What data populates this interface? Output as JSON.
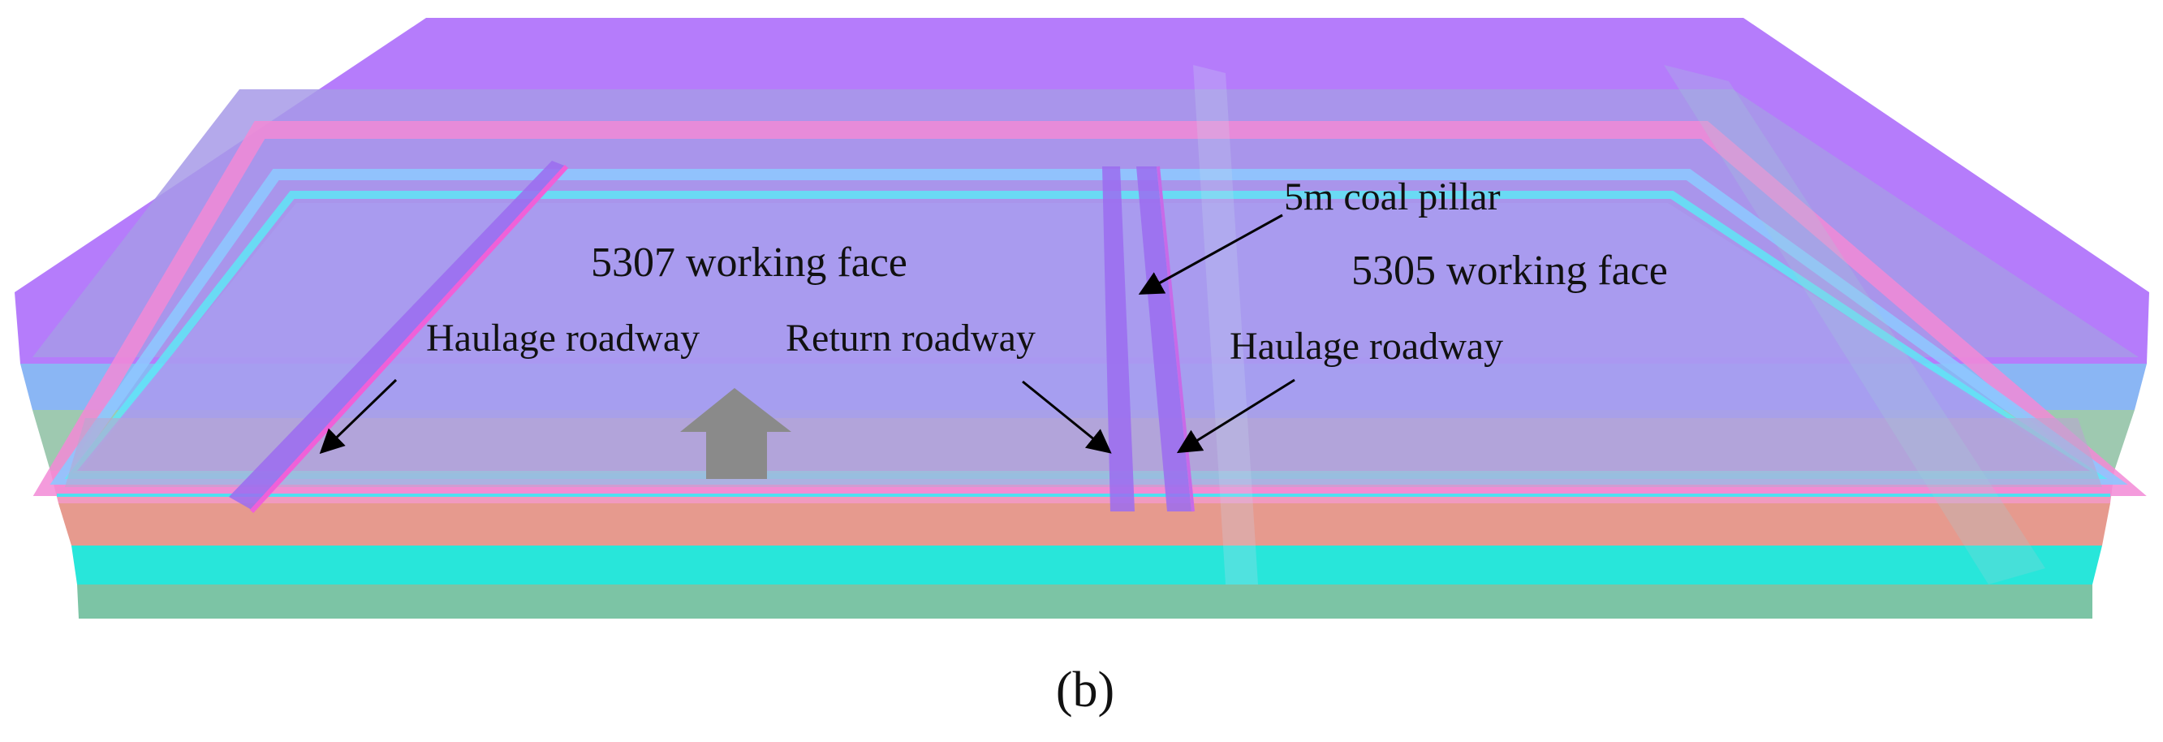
{
  "labels": {
    "face_left": "5307 working face",
    "face_right": "5305 working face",
    "haulage_left": "Haulage roadway",
    "return_roadway": "Return roadway",
    "haulage_right": "Haulage roadway",
    "coal_pillar": "5m coal pillar"
  },
  "caption": "(b)",
  "colors": {
    "top_layer": "#b57cfb",
    "layer_lavender": "#a99bf0",
    "layer_pink": "#f08fdc",
    "layer_blue": "#8ab6f4",
    "layer_cyan": "#5fe6f6",
    "layer_green": "#9ec9b0",
    "layer_salmon": "#e69a8e",
    "layer_aqua": "#28e6da",
    "base_green": "#7cc4a5",
    "roadway": "#9b6cf0",
    "roadway_edge": "#f060d8",
    "advance_arrow": "#8a8a8a"
  },
  "icons": {
    "advance_arrow": "up-arrow-icon"
  }
}
